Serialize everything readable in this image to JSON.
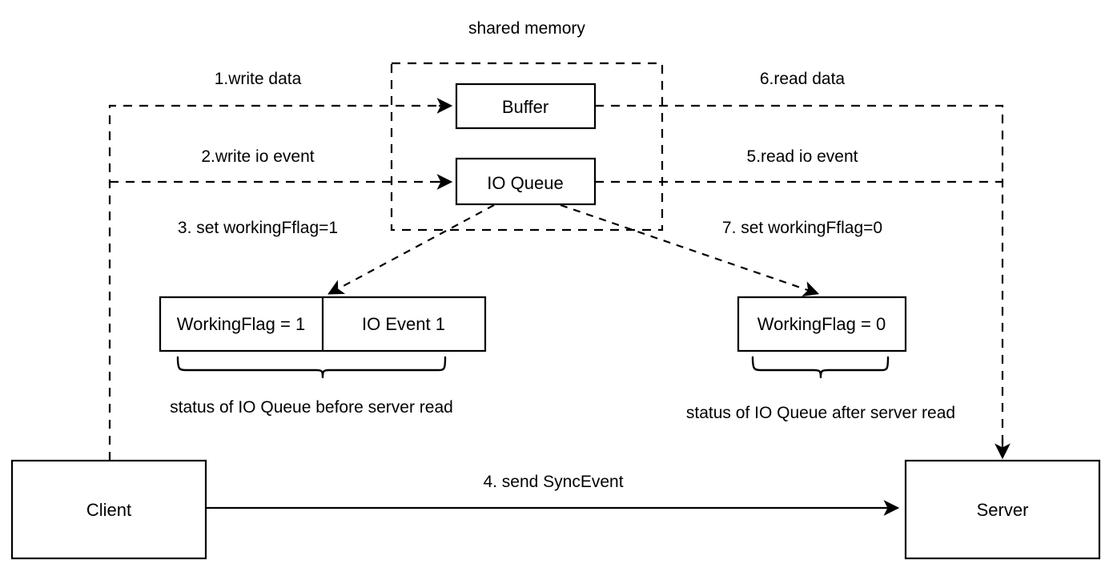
{
  "diagram": {
    "title": "shared memory",
    "nodes": {
      "buffer": "Buffer",
      "io_queue": "IO Queue",
      "client": "Client",
      "server": "Server",
      "working_flag_1": "WorkingFlag = 1",
      "io_event_1": "IO Event 1",
      "working_flag_0": "WorkingFlag = 0"
    },
    "steps": {
      "step1": "1.write data",
      "step2": "2.write io event",
      "step3": "3. set workingFflag=1",
      "step4": "4. send SyncEvent",
      "step5": "5.read io event",
      "step6": "6.read data",
      "step7": "7. set workingFflag=0"
    },
    "captions": {
      "before": "status of IO Queue before server read",
      "after": "status of IO Queue after server read"
    },
    "colors": {
      "stroke": "#000000",
      "fill": "#ffffff",
      "background": "#ffffff"
    }
  }
}
